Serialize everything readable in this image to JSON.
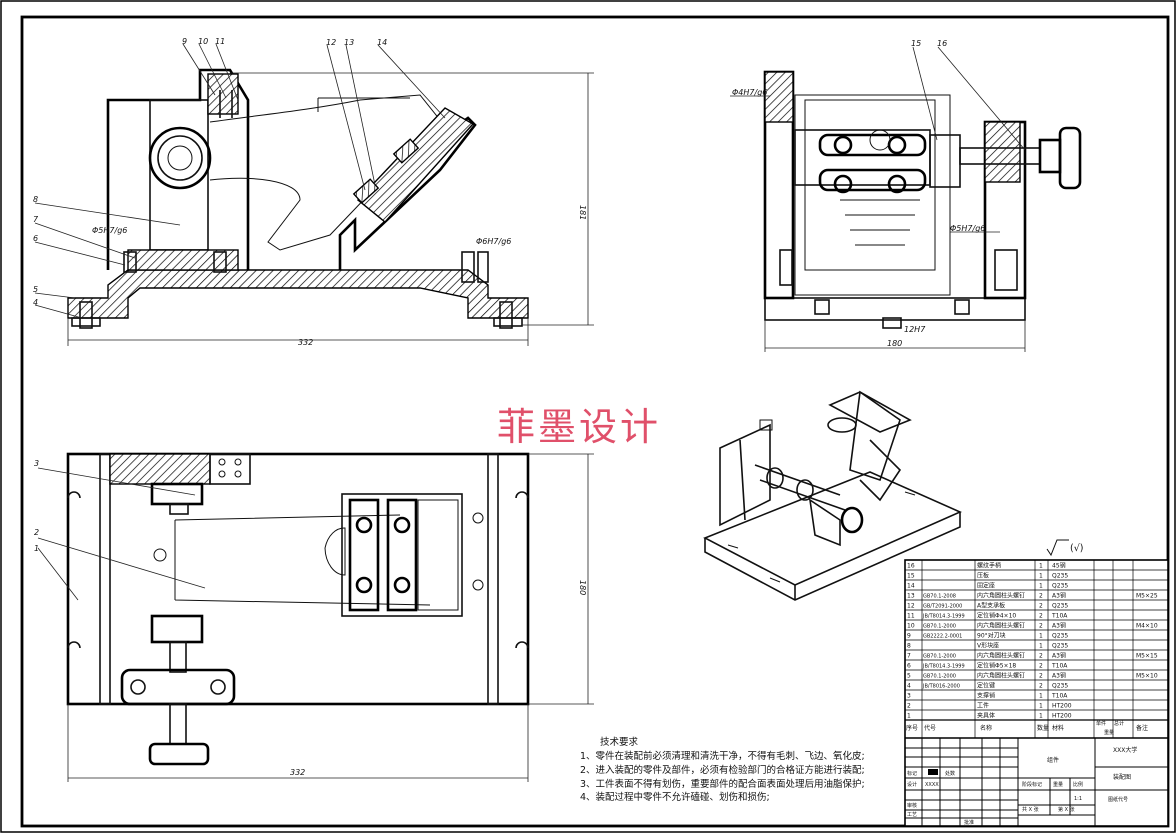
{
  "watermark": "菲墨设计",
  "dimensions": {
    "front_width": "332",
    "front_height": "181",
    "side_width": "180",
    "top_width": "332",
    "top_height": "180"
  },
  "fits": {
    "front_left": "Φ5H7/g6",
    "front_right": "Φ6H7/g6",
    "side_top": "Φ4H7/g6",
    "side_right": "Φ5H7/g6",
    "side_bottom": "12H7"
  },
  "balloons": {
    "n1": "1",
    "n2": "2",
    "n3": "3",
    "n4": "4",
    "n5": "5",
    "n6": "6",
    "n7": "7",
    "n8": "8",
    "n9": "9",
    "n10": "10",
    "n11": "11",
    "n12": "12",
    "n13": "13",
    "n14": "14",
    "n15": "15",
    "n16": "16"
  },
  "roughness": "(√)",
  "tech_req": {
    "title": "技术要求",
    "lines": [
      "1、零件在装配前必须清理和清洗干净，不得有毛刺、飞边、氧化皮;",
      "2、进入装配的零件及部件，必须有检验部门的合格证方能进行装配;",
      "3、工件表面不得有划伤，重要部件的配合面表面处理后用油脂保护;",
      "4、装配过程中零件不允许磕碰、划伤和损伤;"
    ]
  },
  "bom": [
    {
      "no": "16",
      "code": "",
      "name": "螺纹手柄",
      "qty": "1",
      "mat": "45钢",
      "note": ""
    },
    {
      "no": "15",
      "code": "",
      "name": "压板",
      "qty": "1",
      "mat": "Q235",
      "note": ""
    },
    {
      "no": "14",
      "code": "",
      "name": "固定座",
      "qty": "1",
      "mat": "Q235",
      "note": ""
    },
    {
      "no": "13",
      "code": "GB70.1-2008",
      "name": "内六角圆柱头螺钉",
      "qty": "2",
      "mat": "A3钢",
      "note": "M5×25"
    },
    {
      "no": "12",
      "code": "GB/T2091-2000",
      "name": "A型支承板",
      "qty": "2",
      "mat": "Q235",
      "note": ""
    },
    {
      "no": "11",
      "code": "JB/T8014.3-1999",
      "name": "定位销Φ4×10",
      "qty": "2",
      "mat": "T10A",
      "note": ""
    },
    {
      "no": "10",
      "code": "GB70.1-2000",
      "name": "内六角圆柱头螺钉",
      "qty": "2",
      "mat": "A3钢",
      "note": "M4×10"
    },
    {
      "no": "9",
      "code": "GB2222.2-0001",
      "name": "90°对刀块",
      "qty": "1",
      "mat": "Q235",
      "note": ""
    },
    {
      "no": "8",
      "code": "",
      "name": "V形块座",
      "qty": "1",
      "mat": "Q235",
      "note": ""
    },
    {
      "no": "7",
      "code": "GB70.1-2000",
      "name": "内六角圆柱头螺钉",
      "qty": "2",
      "mat": "A3钢",
      "note": "M5×15"
    },
    {
      "no": "6",
      "code": "JB/T8014.3-1999",
      "name": "定位销Φ5×18",
      "qty": "2",
      "mat": "T10A",
      "note": ""
    },
    {
      "no": "5",
      "code": "GB70.1-2000",
      "name": "内六角圆柱头螺钉",
      "qty": "2",
      "mat": "A3钢",
      "note": "M5×10"
    },
    {
      "no": "4",
      "code": "JB/T8016-2000",
      "name": "定位键",
      "qty": "2",
      "mat": "Q235",
      "note": ""
    },
    {
      "no": "3",
      "code": "",
      "name": "支撑销",
      "qty": "1",
      "mat": "T10A",
      "note": ""
    },
    {
      "no": "2",
      "code": "",
      "name": "工件",
      "qty": "1",
      "mat": "HT200",
      "note": ""
    },
    {
      "no": "1",
      "code": "",
      "name": "夹具体",
      "qty": "1",
      "mat": "HT200",
      "note": ""
    }
  ],
  "bom_header": {
    "no": "序号",
    "code": "代号",
    "name": "名称",
    "qty": "数量",
    "mat": "材料",
    "single": "单件",
    "total": "总计",
    "weight": "重量",
    "note": "备注"
  },
  "title_block": {
    "assembly": "组件",
    "school": "XXX大学",
    "drawing": "装配图",
    "design_label": "设计",
    "design_name": "XXXX",
    "mark": "标记",
    "qty": "处数",
    "stage": "阶段标记",
    "weight": "重量",
    "scale": "比例",
    "scale_val": "1:1",
    "sheet_total": "共 X 张",
    "sheet_no": "第 X 张",
    "drawing_no": "图纸代号",
    "review": "审核",
    "process": "工艺",
    "approve": "批准"
  }
}
